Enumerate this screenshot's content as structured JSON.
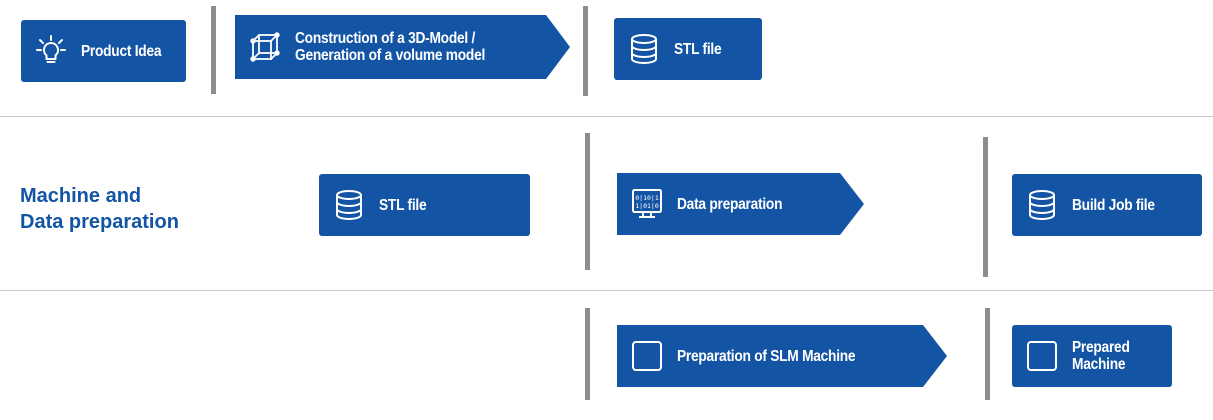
{
  "colors": {
    "box": "#1355a4",
    "separator": "#8c8c8c",
    "divider": "#c8c8c8",
    "text": "#ffffff"
  },
  "row1": {
    "product_idea": {
      "label": "Product Idea",
      "icon": "lightbulb-icon"
    },
    "construction": {
      "line1": "Construction of a 3D-Model /",
      "line2": "Generation of a volume model",
      "icon": "3d-cube-icon"
    },
    "stl_file": {
      "label": "STL file",
      "icon": "database-icon"
    }
  },
  "row2": {
    "label_line1": "Machine and",
    "label_line2": "Data preparation",
    "stl_file": {
      "label": "STL file",
      "icon": "database-icon"
    },
    "data_preparation": {
      "label": "Data preparation",
      "icon": "monitor-binary-icon"
    },
    "build_job_file": {
      "label": "Build Job file",
      "icon": "database-icon"
    }
  },
  "row3": {
    "preparation_slm": {
      "label": "Preparation of SLM Machine",
      "icon": "square-icon"
    },
    "prepared_machine": {
      "line1": "Prepared",
      "line2": "Machine",
      "icon": "square-icon"
    }
  }
}
